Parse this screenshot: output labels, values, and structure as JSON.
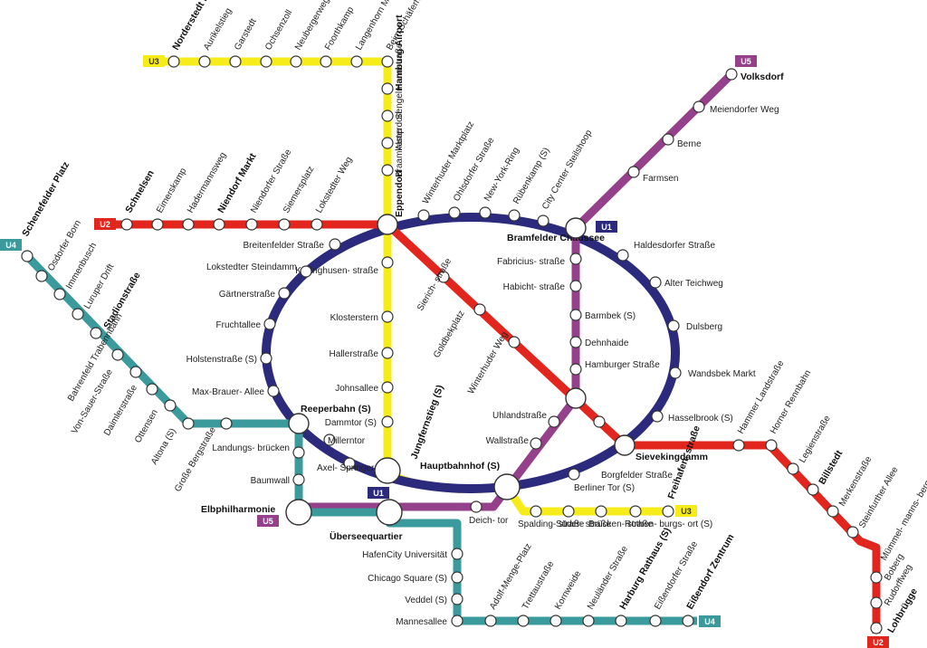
{
  "colors": {
    "U1": "#2b2a7c",
    "U2": "#e3261d",
    "U3": "#f6ec1a",
    "U4": "#3a9a9c",
    "U5": "#95408a"
  },
  "lines": {
    "U1": "U1",
    "U2": "U2",
    "U3": "U3",
    "U4": "U4",
    "U5": "U5"
  },
  "stations": {
    "norderstedt_mitte": "Norderstedt Mitte",
    "aurikelstieg": "Aurikelstieg",
    "garstedt": "Garstedt",
    "ochsenzoll": "Ochsenzoll",
    "neubergerweg": "Neubergerweg",
    "foorthkamp": "Foorthkamp",
    "langenhorn_markt": "Langenhorn Markt",
    "beim_schaeferhof": "Beim Schäferhof",
    "hamburg_airport": "Hamburg Airport",
    "sengelmannstrasse": "Sengelmannstraße",
    "alsterdorf": "Alsterdorf",
    "braamkamp": "Braamkamp",
    "eppendorf": "Eppendorf",
    "schnelsen": "Schnelsen",
    "eimerskamp": "Eimerskamp",
    "hadermannsweg": "Hadermannsweg",
    "niendorf_markt": "Niendorf Markt",
    "niendorfer_strasse": "Niendorfer Straße",
    "siemersplatz": "Siemersplatz",
    "lokstedter_weg": "Lokstedter Weg",
    "winterhuder_marktplatz": "Winterhuder Marktplatz",
    "ohlsdorfer_strasse": "Ohlsdorfer Straße",
    "new_york_ring": "New-York-Ring",
    "rubenkamp": "Rübenkamp (S)",
    "city_center_steilshoop": "City Center Steilshoop",
    "bramfelder_chaussee": "Bramfelder Chaussee",
    "volksdorf": "Volksdorf",
    "meiendorfer_weg": "Meiendorfer Weg",
    "berne": "Berne",
    "farmsen": "Farmsen",
    "haldesdorfer_strasse": "Haldesdorfer Straße",
    "alter_teichweg": "Alter Teichweg",
    "dulsberg": "Dulsberg",
    "wandsbek_markt": "Wandsbek Markt",
    "hasselbrook": "Hasselbrook (S)",
    "fabricius": "Fabricius- straße",
    "habicht": "Habicht- straße",
    "barmbek": "Barmbek (S)",
    "dehnhaide": "Dehnhaide",
    "hamburger_strasse": "Hamburger Straße",
    "breitenfelder": "Breitenfelder Straße",
    "lokstedter_steindamm": "Lokstedter Steindamm",
    "gaertnerstrasse": "Gärtnerstraße",
    "fruchtallee": "Fruchtallee",
    "holstenstrasse": "Holstenstraße (S)",
    "max_brauer": "Max-Brauer- Allee",
    "kellinghusen": "Kellinghusen- straße",
    "klosterstern": "Klosterstern",
    "hallerstrasse": "Hallerstraße",
    "johnsallee": "Johnsallee",
    "jungfernstieg": "Jungfernstieg (S)",
    "sierichstrasse": "Sierich- straße",
    "goldbekplatz": "Goldbekplatz",
    "winterhuder_weg": "Winterhuder Weg",
    "uhlandstrasse": "Uhlandstraße",
    "wallstrasse": "Wallstraße",
    "hauptbahnhof": "Hauptbahnhof (S)",
    "sievekingdamm": "Sievekingdamm",
    "borgfelder": "Borgfelder Straße",
    "berliner_tor": "Berliner Tor (S)",
    "hammer_landstrasse": "Hammer Landstraße",
    "horner_rennbahn": "Horner Rennbahn",
    "legienstrasse": "Legienstraße",
    "billstedt": "Billstedt",
    "merkenstrasse": "Merkenstraße",
    "steinfurther_allee": "Steinfurther Allee",
    "muemmelmannsberg": "Mümmel- manns- berg",
    "boberg": "Boberg",
    "rudorffweg": "Rudorffweg",
    "lohbruegge": "Lohbrügge",
    "schenefelder_platz": "Schenefelder Platz",
    "osdorfer_born": "Osdorfer Born",
    "immenbusch": "Immenbusch",
    "luruper_drift": "Luruper Drift",
    "stadionstrasse": "Stadionstraße",
    "bahrenfeld": "Bahrenfeld Trabennbahn",
    "von_sauer": "Von-Sauer-Straße",
    "daimlerstrasse": "Daimlerstraße",
    "ottensen": "Ottensen",
    "altona": "Altona (S)",
    "grosse_bergstrasse": "Große Bergstraße",
    "reeperbahn": "Reeperbahn (S)",
    "dammtor": "Dammtor (S)",
    "millerntor": "Millerntor",
    "axel_springer": "Axel- Springer- Platz",
    "landungsbruecken": "Landungs- brücken",
    "baumwall": "Baumwall",
    "elbphilharmonie": "Elbphilharmonie",
    "ueberseequartier": "Überseequartier",
    "deichtor": "Deich- tor",
    "spaldingstrasse": "Spalding- straße",
    "suederstrasse": "Süder- straße",
    "brueckenstrasse": "Brücken- straße",
    "rothenburgsort": "Rothen- burgs- ort (S)",
    "freihafenstrasse": "Freihafen- straße",
    "hafencity_uni": "HafenCity Universität",
    "chicago_square": "Chicago Square (S)",
    "veddel": "Veddel (S)",
    "mannesallee": "Mannesallee",
    "adolf_menge": "Adolf-Menge-Platz",
    "trettaustrasse": "Trettaustraße",
    "kornweide": "Kornweide",
    "neulaender": "Neuländer Straße",
    "harburg_rathaus": "Harburg Rathaus (S)",
    "eissendorfer": "Eißendorfer Straße",
    "eissendorf_zentrum": "Eißendorf Zentrum"
  }
}
